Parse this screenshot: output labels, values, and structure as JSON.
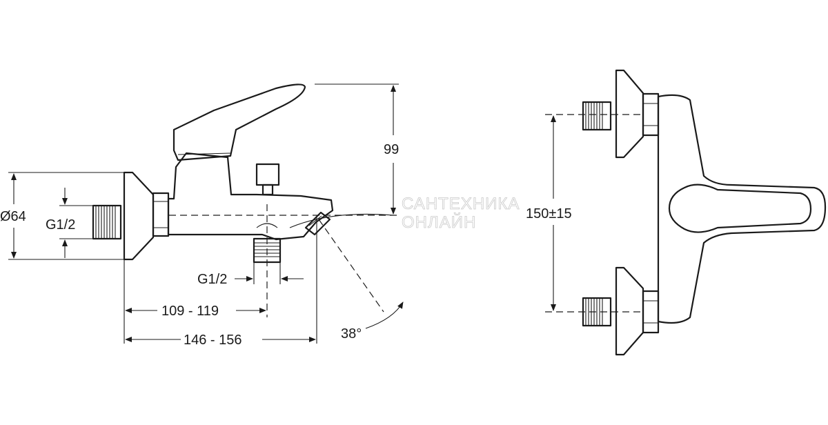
{
  "side_view": {
    "diameter_label": "Ø64",
    "inlet_thread_label": "G1/2",
    "outlet_thread_label": "G1/2",
    "height_label": "99",
    "dim_small_label": "109 - 119",
    "dim_large_label": "146 - 156",
    "angle_label": "38°"
  },
  "front_view": {
    "center_distance_label": "150±15"
  },
  "watermark": {
    "line1": "САНТЕХНИКА",
    "line2": "ОНЛАЙН"
  }
}
